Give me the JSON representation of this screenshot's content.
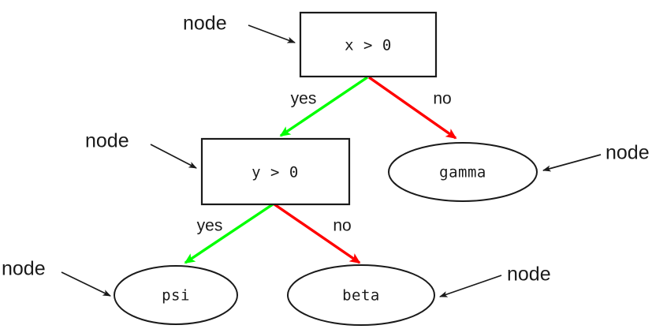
{
  "diagram": {
    "type": "decision-tree",
    "background_color": "#ffffff",
    "colors": {
      "yes_edge": "#00ff00",
      "no_edge": "#ff0000",
      "outline": "#1a1a1a",
      "annotation": "#1a1a1a"
    },
    "nodes": [
      {
        "id": "root",
        "shape": "rectangle",
        "label": "x > 0"
      },
      {
        "id": "inner",
        "shape": "rectangle",
        "label": "y > 0"
      },
      {
        "id": "gamma",
        "shape": "ellipse",
        "label": "gamma"
      },
      {
        "id": "psi",
        "shape": "ellipse",
        "label": "psi"
      },
      {
        "id": "beta",
        "shape": "ellipse",
        "label": "beta"
      }
    ],
    "edges": [
      {
        "from": "root",
        "to": "inner",
        "label": "yes",
        "color": "#00ff00"
      },
      {
        "from": "root",
        "to": "gamma",
        "label": "no",
        "color": "#ff0000"
      },
      {
        "from": "inner",
        "to": "psi",
        "label": "yes",
        "color": "#00ff00"
      },
      {
        "from": "inner",
        "to": "beta",
        "label": "no",
        "color": "#ff0000"
      }
    ],
    "annotations": [
      {
        "id": "anno-root",
        "text": "node",
        "targets": "root"
      },
      {
        "id": "anno-inner",
        "text": "node",
        "targets": "inner"
      },
      {
        "id": "anno-gamma",
        "text": "node",
        "targets": "gamma"
      },
      {
        "id": "anno-psi",
        "text": "node",
        "targets": "psi"
      },
      {
        "id": "anno-beta",
        "text": "node",
        "targets": "beta"
      }
    ]
  }
}
